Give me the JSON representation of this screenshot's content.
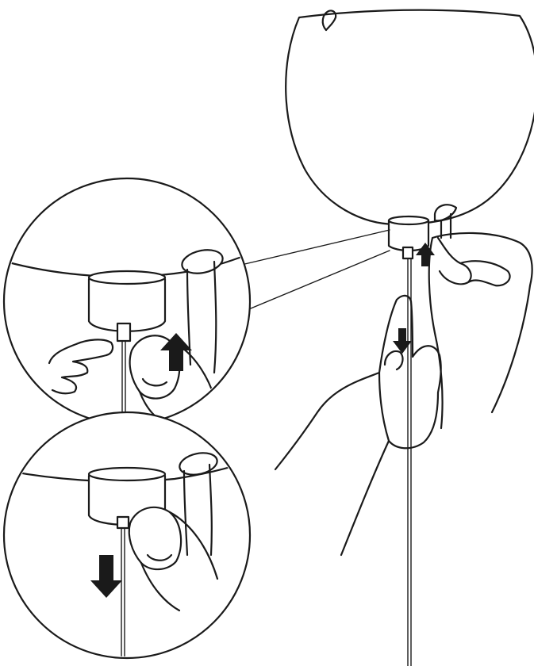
{
  "figure": {
    "type": "illustration",
    "subject": "pendant-lamp-cord-adjustment",
    "colors": {
      "line": "#1a1a1a",
      "background": "#ffffff",
      "arrow": "#1a1a1a"
    },
    "panels": [
      {
        "id": "main",
        "icon": "lamp-shade-with-hands"
      },
      {
        "id": "detail-upper",
        "icon": "push-button-up-arrow"
      },
      {
        "id": "detail-lower",
        "icon": "pull-cord-down-arrow"
      }
    ]
  }
}
